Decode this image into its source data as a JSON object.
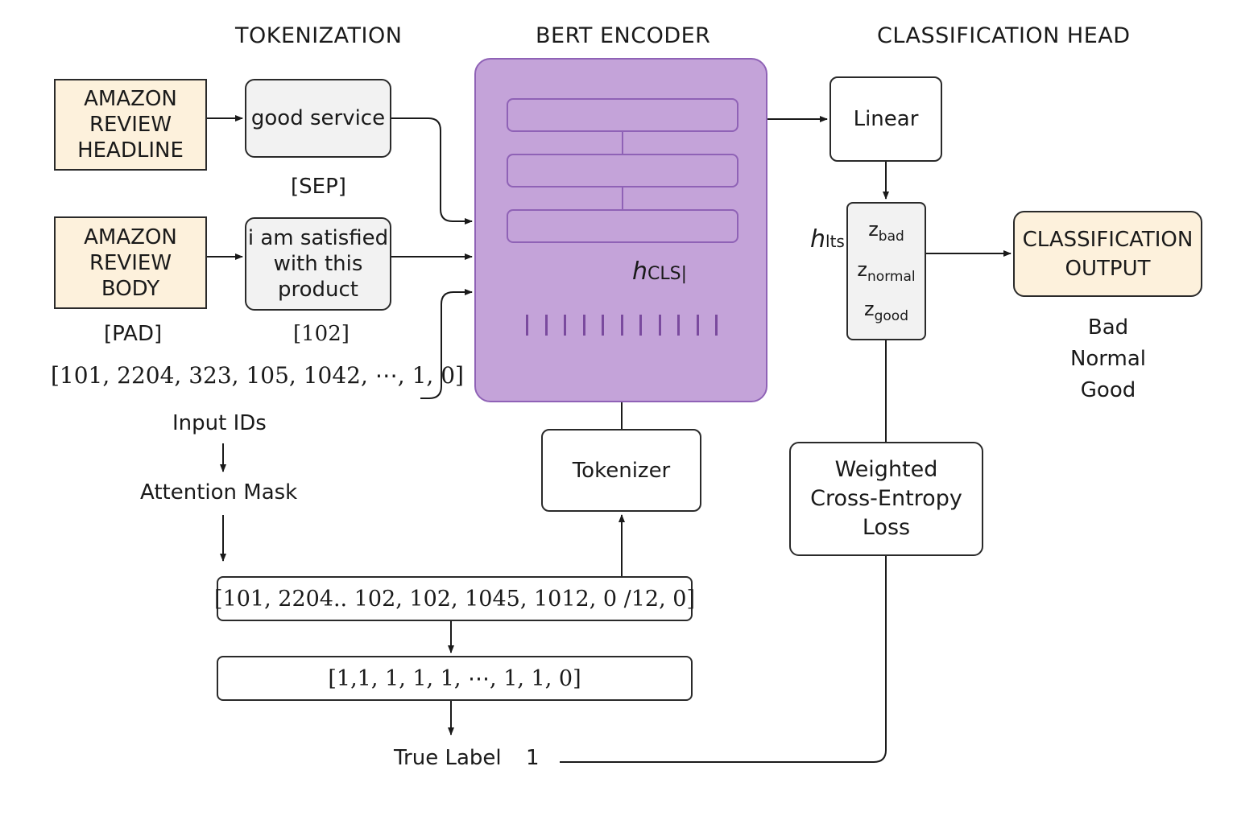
{
  "sections": {
    "tokenization": "TOKENIZATION",
    "encoder": "BERT ENCODER",
    "head": "CLASSIFICATION HEAD"
  },
  "inputs": {
    "headline": [
      "AMAZON",
      "REVIEW",
      "HEADLINE"
    ],
    "body": [
      "AMAZON",
      "REVIEW",
      "BODY"
    ]
  },
  "texts": {
    "headline_text": "good service",
    "body_text": [
      "i am satisfied",
      "with this",
      "product"
    ]
  },
  "tokens": {
    "sep": "[SEP]",
    "pad": "[PAD]",
    "id102": "[102]",
    "sequence": "[101, 2204, 323, 105, 1042, ⋯, 1, 0]"
  },
  "steps": {
    "input_ids": "Input IDs",
    "attention_mask": "Attention Mask"
  },
  "encoder": {
    "hidden_main": "h",
    "hidden_sub": "CLS|",
    "token_count": 11
  },
  "tokenizer": {
    "label": "Tokenizer"
  },
  "arrays": {
    "ids": "[101, 2204.. 102, 102, 1045, 1012,  0 /12, 0]",
    "mask": "[1,1, 1, 1, 1, ⋯, 1, 1, 0]"
  },
  "true_label": {
    "label": "True Label",
    "value": "1"
  },
  "head": {
    "linear": "Linear",
    "h_main": "h",
    "h_sub": "lts",
    "logits": [
      {
        "main": "z",
        "sub": "bad"
      },
      {
        "main": "z",
        "sub": "normal"
      },
      {
        "main": "z",
        "sub": "good"
      }
    ],
    "output": [
      "CLASSIFICATION",
      "OUTPUT"
    ],
    "classes": [
      "Bad",
      "Normal",
      "Good"
    ],
    "loss": [
      "Weighted",
      "Cross-Entropy",
      "Loss"
    ]
  },
  "colors": {
    "encoder_fill": "#c4a3d9",
    "encoder_border": "#8f62b6",
    "input_fill": "#fdf1dc",
    "text_fill": "#f2f2f2"
  }
}
